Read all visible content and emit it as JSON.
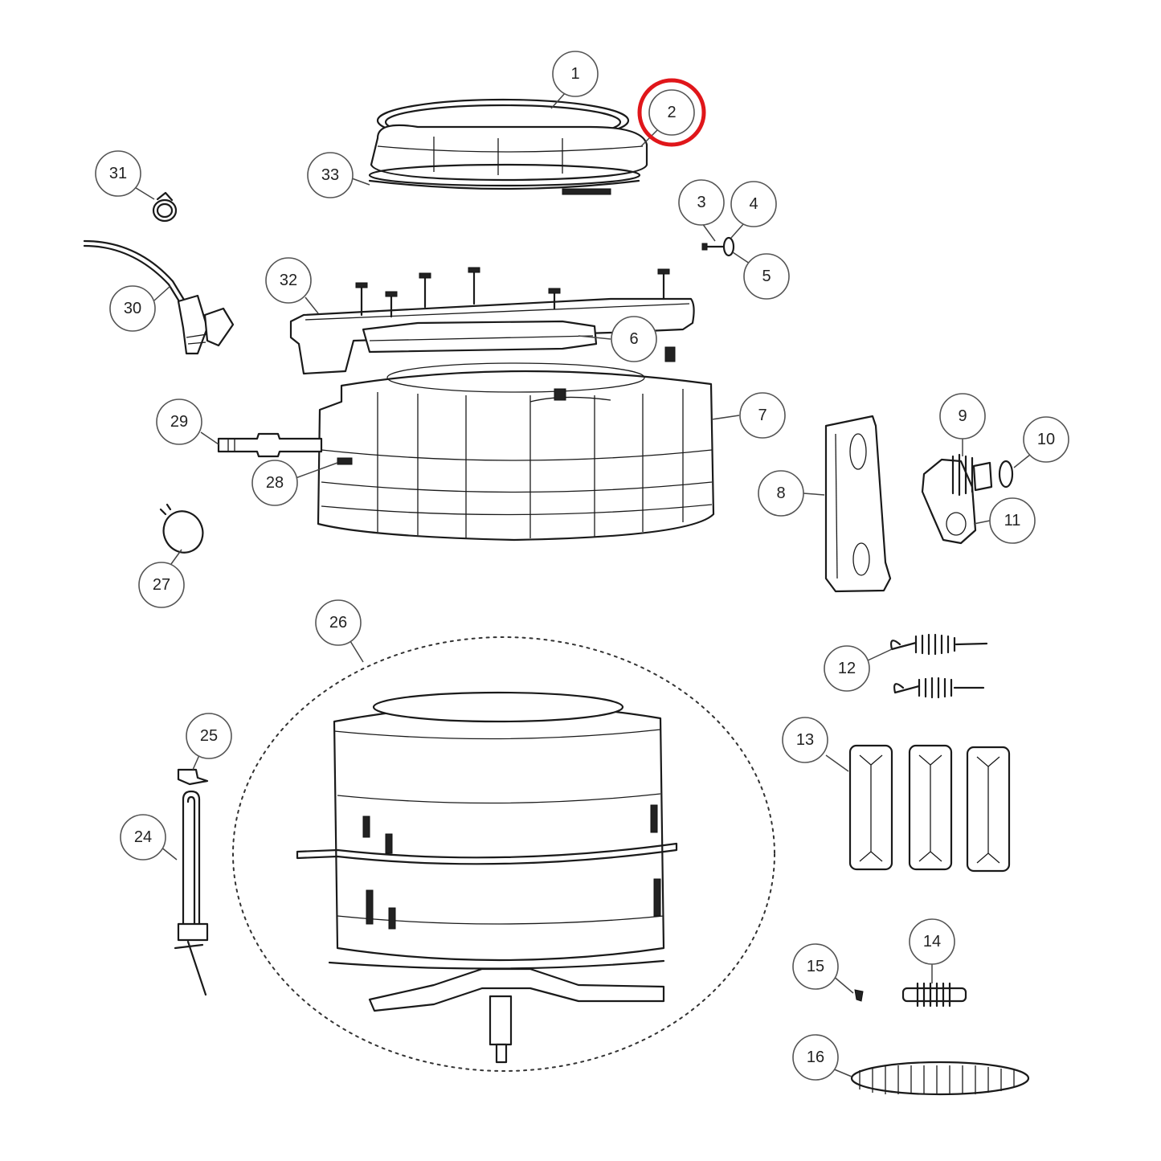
{
  "diagram": {
    "highlight_color": "#e0161a",
    "highlighted_callout": "2",
    "callouts": [
      "1",
      "2",
      "3",
      "4",
      "5",
      "6",
      "7",
      "8",
      "9",
      "10",
      "11",
      "12",
      "13",
      "14",
      "15",
      "16",
      "24",
      "25",
      "26",
      "27",
      "28",
      "29",
      "30",
      "31",
      "32",
      "33"
    ]
  }
}
